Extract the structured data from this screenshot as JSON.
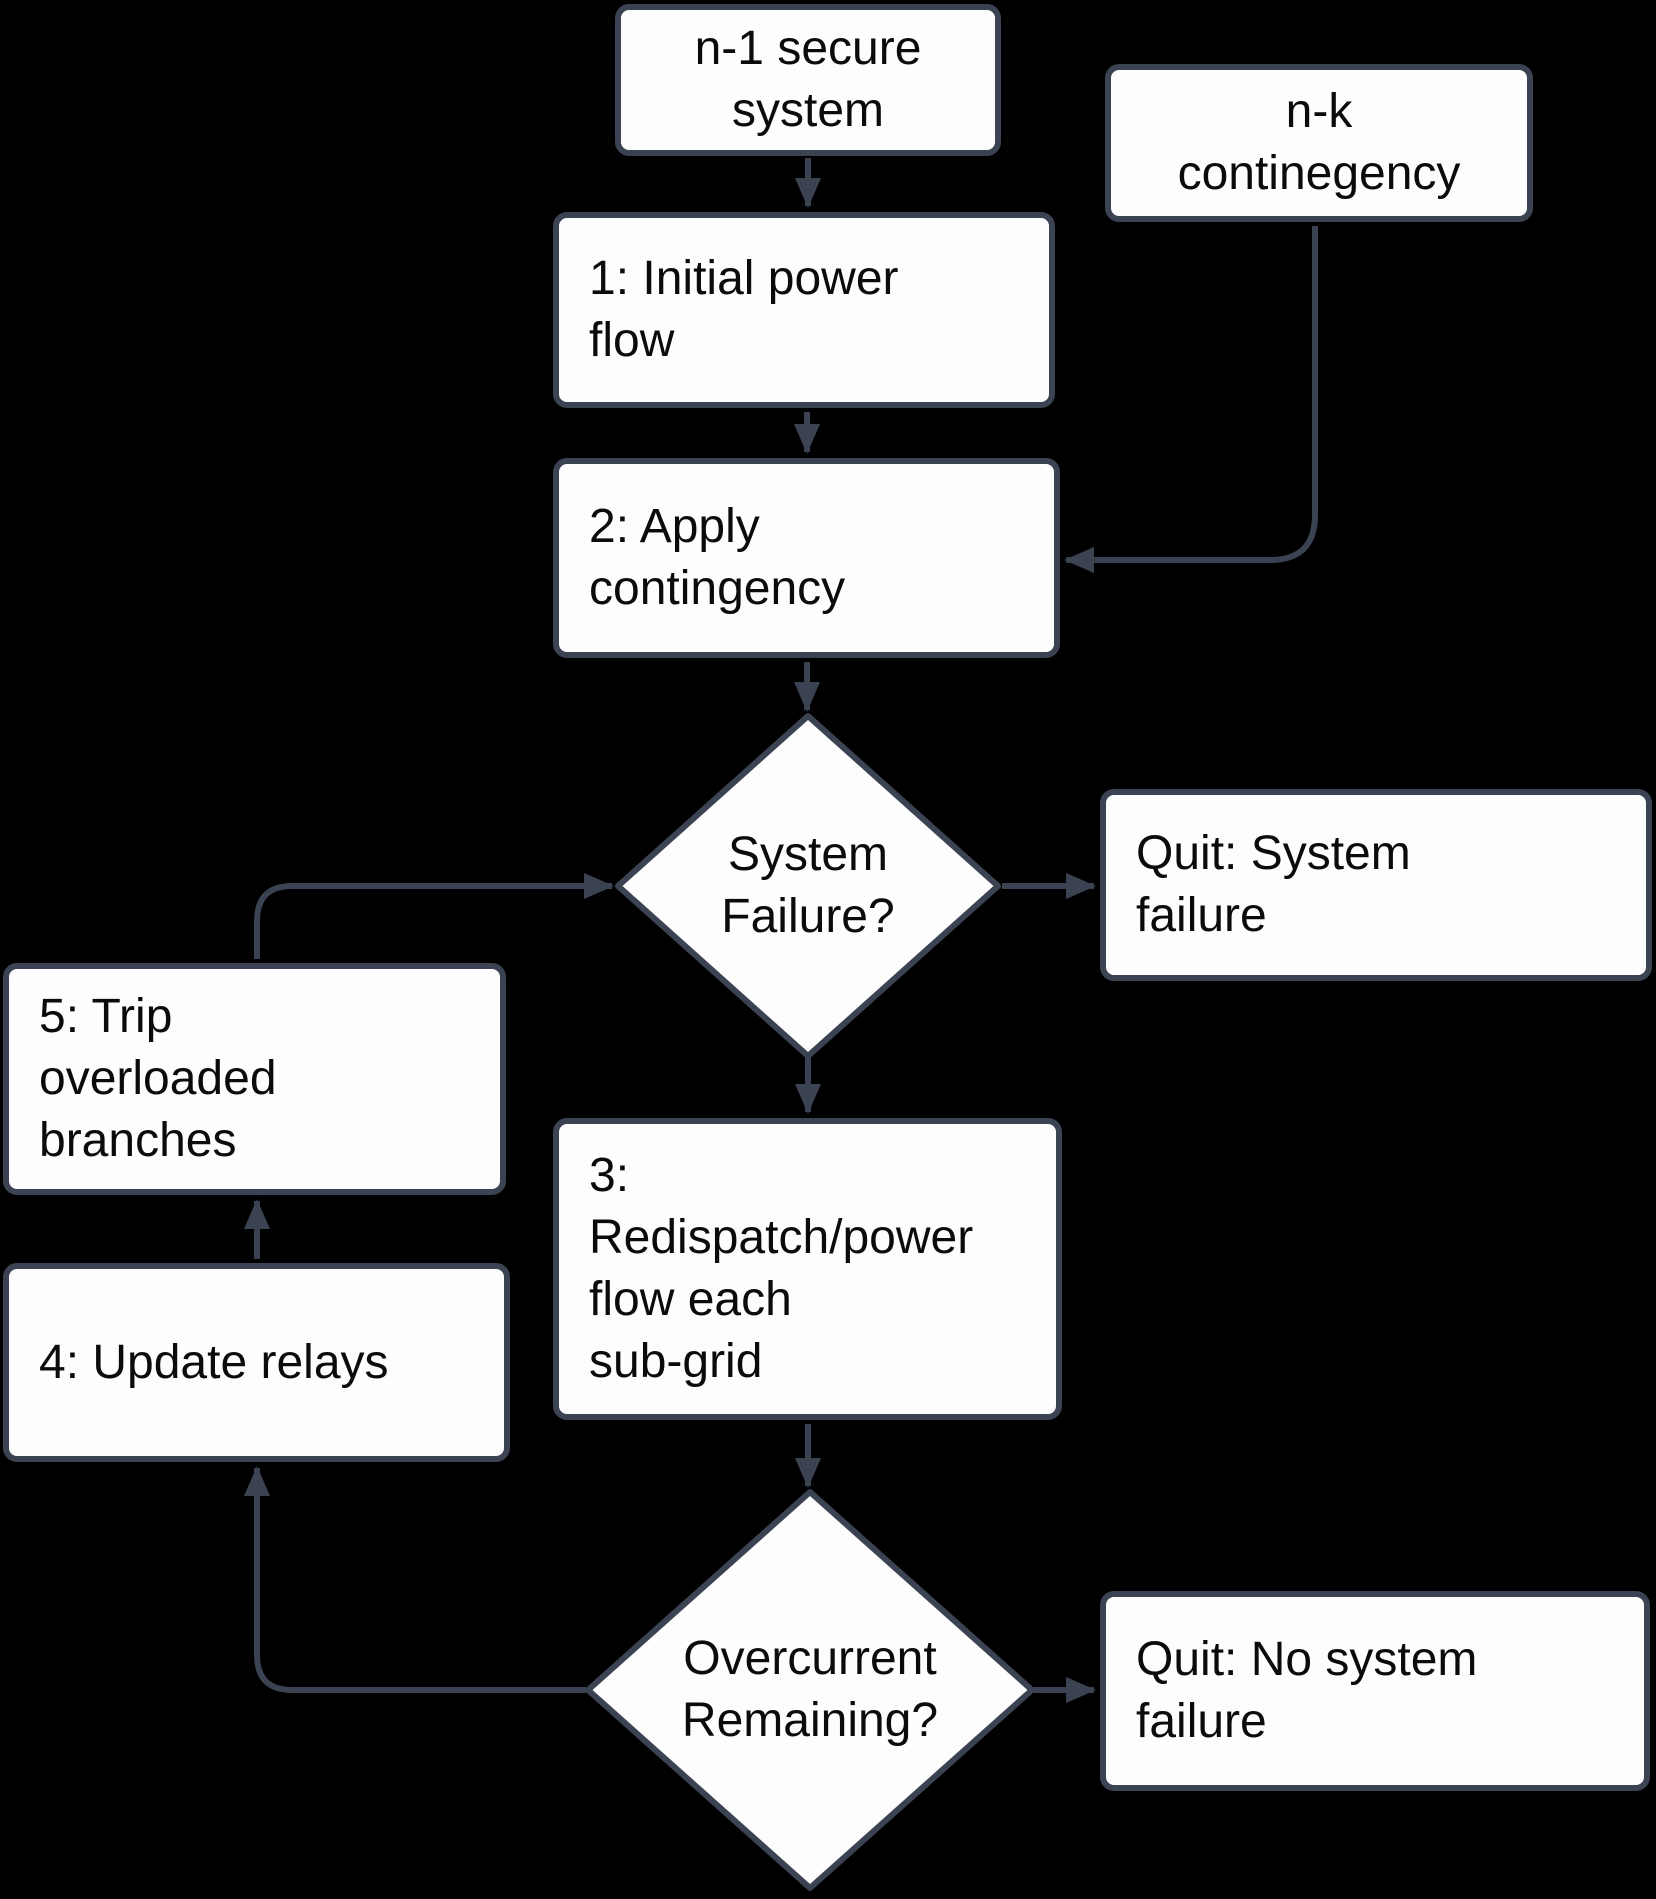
{
  "diagram": {
    "type": "flowchart",
    "colors": {
      "background": "#000000",
      "stroke": "#3b4252",
      "node_fill": "#fdfdfd",
      "text": "#0b0b0b"
    },
    "nodes": {
      "n1_secure_system": {
        "label": "n-1 secure\nsystem"
      },
      "nk_contingency": {
        "label": "n-k\ncontinegency"
      },
      "step1_initial_power_flow": {
        "label": "1: Initial power\nflow"
      },
      "step2_apply_contingency": {
        "label": "2: Apply\ncontingency"
      },
      "decision_system_failure": {
        "label": "System\nFailure?"
      },
      "quit_system_failure": {
        "label": "Quit: System\nfailure"
      },
      "step3_redispatch": {
        "label": "3:\nRedispatch/power\nflow each\nsub-grid"
      },
      "decision_overcurrent_remaining": {
        "label": "Overcurrent\nRemaining?"
      },
      "quit_no_system_failure": {
        "label": "Quit: No system\nfailure"
      },
      "step4_update_relays": {
        "label": "4: Update relays"
      },
      "step5_trip_overloaded_branches": {
        "label": "5: Trip\noverloaded\nbranches"
      }
    },
    "edges": [
      {
        "from": "n1_secure_system",
        "to": "step1_initial_power_flow"
      },
      {
        "from": "step1_initial_power_flow",
        "to": "step2_apply_contingency"
      },
      {
        "from": "nk_contingency",
        "to": "step2_apply_contingency"
      },
      {
        "from": "step2_apply_contingency",
        "to": "decision_system_failure"
      },
      {
        "from": "decision_system_failure",
        "to": "quit_system_failure"
      },
      {
        "from": "decision_system_failure",
        "to": "step3_redispatch"
      },
      {
        "from": "step3_redispatch",
        "to": "decision_overcurrent_remaining"
      },
      {
        "from": "decision_overcurrent_remaining",
        "to": "quit_no_system_failure"
      },
      {
        "from": "decision_overcurrent_remaining",
        "to": "step4_update_relays"
      },
      {
        "from": "step4_update_relays",
        "to": "step5_trip_overloaded_branches"
      },
      {
        "from": "step5_trip_overloaded_branches",
        "to": "decision_system_failure"
      }
    ]
  }
}
